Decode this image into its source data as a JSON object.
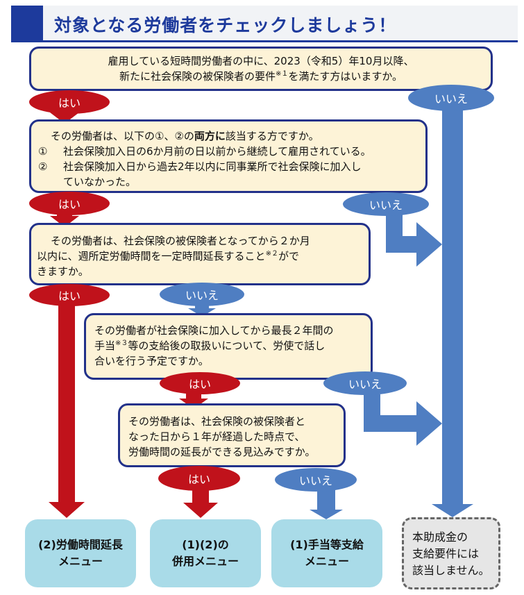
{
  "header": {
    "title": "対象となる労働者をチェックしましょう！"
  },
  "questions": {
    "q1": {
      "line1": "雇用している短時間労働者の中に、2023（令和5）年10月以降、",
      "line2_before": "新たに社会保険の被保険者の要件",
      "line2_mark": "※１",
      "line2_after": "を満たす方はいますか。"
    },
    "q2": {
      "lead_before": "その労働者は、以下の①、②の",
      "lead_bold": "両方に",
      "lead_after": "該当する方ですか。",
      "items": [
        {
          "num": "①",
          "text": "社会保険加入日の6か月前の日以前から継続して雇用されている。"
        },
        {
          "num": "②",
          "text": "社会保険加入日から過去2年以内に同事業所で社会保険に加入し"
        }
      ],
      "item2_cont": "ていなかった。"
    },
    "q3": {
      "line1": "その労働者は、社会保険の被保険者となってから２か月",
      "line2_before": "以内に、週所定労働時間を一定時間延長すること",
      "line2_mark": "※２",
      "line2_after": "がで",
      "line3": "きますか。"
    },
    "q4": {
      "line1": "その労働者が社会保険に加入してから最長２年間の",
      "line2_before": "手当",
      "line2_mark": "※３",
      "line2_after": "等の支給後の取扱いについて、労使で話し",
      "line3": "合いを行う予定ですか。"
    },
    "q5": {
      "line1": "その労働者は、社会保険の被保険者と",
      "line2": "なった日から１年が経過した時点で、",
      "line3": "労働時間の延長ができる見込みですか。"
    }
  },
  "answers": {
    "yes": "はい",
    "no": "いいえ"
  },
  "results": [
    {
      "line1": "(2)労働時間延長",
      "line2": "メニュー"
    },
    {
      "line1": "(1)(2)の",
      "line2": "併用メニュー"
    },
    {
      "line1": "(1)手当等支給",
      "line2": "メニュー"
    }
  ],
  "not_eligible": {
    "line1": "本助成金の",
    "line2": "支給要件には",
    "line3": "該当しません。"
  },
  "colors": {
    "title": "#1d3a9c",
    "box_border": "#22318a",
    "box_fill": "#fdf3d7",
    "yes": "#c0121b",
    "no": "#4f7ec2",
    "result_fill": "#a9dbe8",
    "note_fill": "#e6e6e6"
  }
}
